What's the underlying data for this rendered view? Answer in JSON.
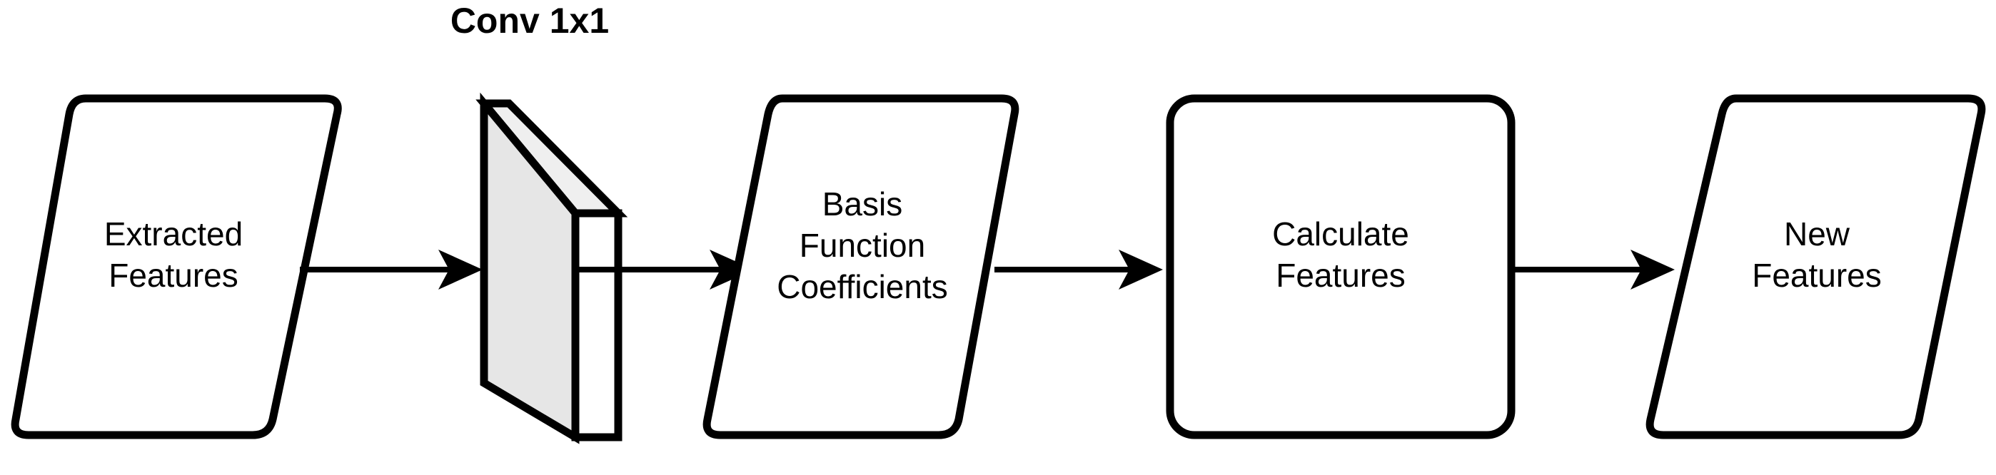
{
  "diagram": {
    "title": "Conv 1x1",
    "background_color": "#ffffff",
    "stroke_color": "#000000",
    "slab_front_color": "#e6e6e6",
    "slab_top_color": "#efefef",
    "nodes": [
      {
        "id": "extracted-features",
        "shape": "parallelogram",
        "lines": [
          "Extracted",
          "Features"
        ],
        "line1": "Extracted",
        "line2": "Features"
      },
      {
        "id": "conv-1x1",
        "shape": "3d-slab",
        "label": "Conv 1x1",
        "lines": [],
        "line1": "",
        "line2": ""
      },
      {
        "id": "basis-function-coefficients",
        "shape": "parallelogram",
        "lines": [
          "Basis",
          "Function",
          "Coefficients"
        ],
        "line1": "Basis",
        "line2": "Function",
        "line3": "Coefficients"
      },
      {
        "id": "calculate-features",
        "shape": "rounded-rectangle",
        "lines": [
          "Calculate",
          "Features"
        ],
        "line1": "Calculate",
        "line2": "Features"
      },
      {
        "id": "new-features",
        "shape": "parallelogram",
        "lines": [
          "New",
          "Features"
        ],
        "line1": "New",
        "line2": "Features"
      }
    ],
    "edges": [
      {
        "id": "edge-1",
        "from": "extracted-features",
        "to": "conv-1x1",
        "arrow": "arrowhead-right",
        "label": ""
      },
      {
        "id": "edge-2",
        "from": "conv-1x1",
        "to": "basis-function-coefficients",
        "arrow": "arrowhead-right",
        "label": ""
      },
      {
        "id": "edge-3",
        "from": "basis-function-coefficients",
        "to": "calculate-features",
        "arrow": "arrowhead-right",
        "label": ""
      },
      {
        "id": "edge-4",
        "from": "calculate-features",
        "to": "new-features",
        "arrow": "arrowhead-right",
        "label": ""
      }
    ]
  }
}
